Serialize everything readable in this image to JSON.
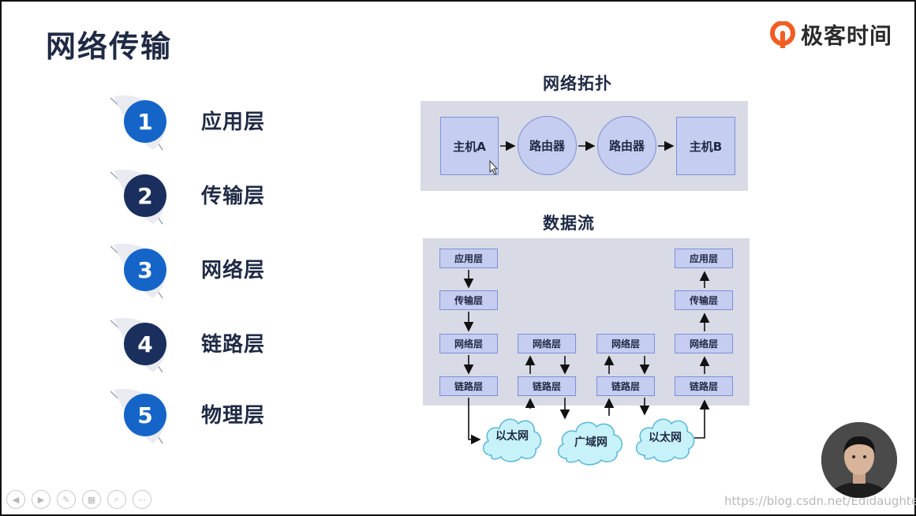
{
  "slide": {
    "title": "网络传输",
    "logo_text": "极客时间",
    "brand_color": "#f25d22"
  },
  "layers": [
    {
      "number": "1",
      "label": "应用层"
    },
    {
      "number": "2",
      "label": "传输层"
    },
    {
      "number": "3",
      "label": "网络层"
    },
    {
      "number": "4",
      "label": "链路层"
    },
    {
      "number": "5",
      "label": "物理层"
    }
  ],
  "topology": {
    "title": "网络拓扑",
    "host_a": "主机A",
    "router_1": "路由器",
    "router_2": "路由器",
    "host_b": "主机B"
  },
  "dataflow": {
    "title": "数据流",
    "col1": {
      "app": "应用层",
      "transport": "传输层",
      "network": "网络层",
      "link": "链路层"
    },
    "col2": {
      "network": "网络层",
      "link": "链路层"
    },
    "col3": {
      "network": "网络层",
      "link": "链路层"
    },
    "col4": {
      "app": "应用层",
      "transport": "传输层",
      "network": "网络层",
      "link": "链路层"
    },
    "clouds": {
      "ethernet_1": "以太网",
      "wan": "广域网",
      "ethernet_2": "以太网"
    }
  },
  "colors": {
    "node_fill": "#c5cdf0",
    "node_border": "#7e8fd6",
    "panel": "#d8dbe6",
    "cloud_fill": "#c8f2fa",
    "cloud_border": "#5ab6d8",
    "badge_blue": "#1565c8",
    "badge_navy": "#1a2f5e"
  },
  "toolbar_icons": [
    "prev-icon",
    "next-icon",
    "pen-icon",
    "slides-icon",
    "zoom-icon",
    "more-icon"
  ],
  "watermark": "https://blog.csdn.net/Edidaughter"
}
